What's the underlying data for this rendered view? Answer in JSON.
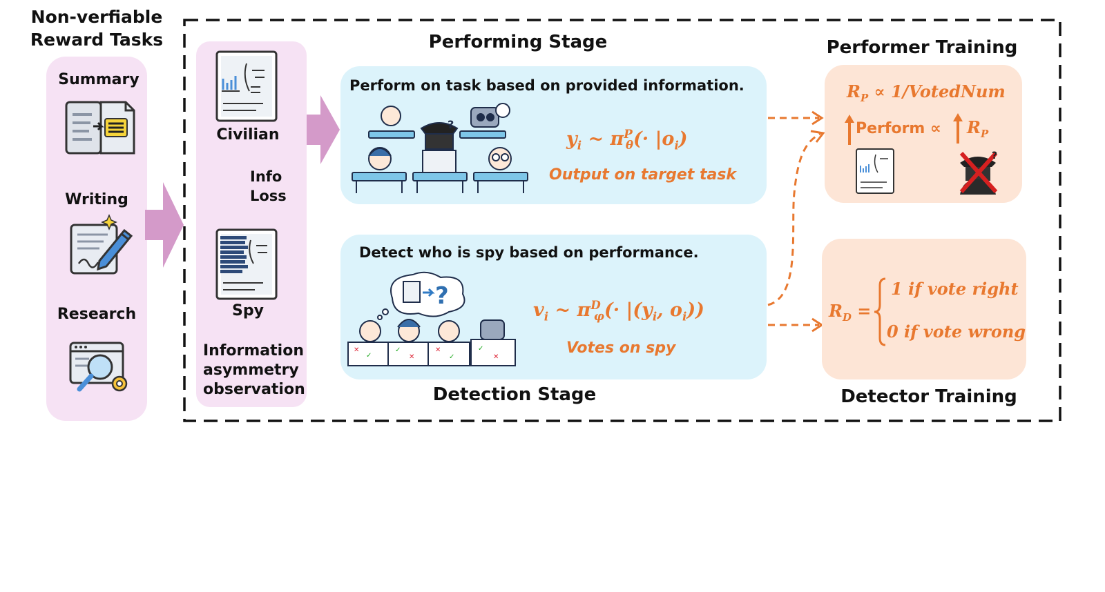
{
  "left": {
    "title_line1": "Non-verfiable",
    "title_line2": "Reward Tasks",
    "tasks": [
      {
        "label": "Summary",
        "icon": "summary-icon"
      },
      {
        "label": "Writing",
        "icon": "writing-icon"
      },
      {
        "label": "Research",
        "icon": "research-icon"
      }
    ]
  },
  "observation": {
    "civilian_label": "Civilian",
    "info_loss_line1": "Info",
    "info_loss_line2": "Loss",
    "spy_label": "Spy",
    "caption_line1": "Information",
    "caption_line2": "asymmetry",
    "caption_line3": "observation"
  },
  "performing": {
    "stage_title": "Performing Stage",
    "box_text": "Perform on task based on provided information.",
    "formula_lhs": "y",
    "formula_sub_i": "i",
    "formula_pi": "π",
    "formula_sup": "P",
    "formula_sub": "θ",
    "formula_args": "(· |o",
    "formula_close": ")",
    "caption": "Output on target task"
  },
  "detection": {
    "stage_title": "Detection Stage",
    "box_text": "Detect who is spy based on performance.",
    "formula_lhs": "v",
    "formula_sub_i": "i",
    "formula_pi": "π",
    "formula_sup": "D",
    "formula_sub": "φ",
    "formula_args": "(· |(y",
    "formula_mid": ", o",
    "formula_close": "))",
    "caption": "Votes on spy"
  },
  "performer_training": {
    "title": "Performer Training",
    "reward_line": "∝ 1/VotedNum",
    "reward_symbol": "R",
    "reward_sub": "P",
    "perform_text": "Perform ∝",
    "perform_reward": "R",
    "perform_reward_sub": "P"
  },
  "detector_training": {
    "title": "Detector Training",
    "reward_symbol": "R",
    "reward_sub": "D",
    "case1": "1 if vote right",
    "case2": "0 if vote wrong"
  },
  "colors": {
    "pink_panel": "#f6e2f4",
    "blue_panel": "#dcf3fb",
    "peach_panel": "#fde5d6",
    "accent_orange": "#e8782f",
    "arrow_purple": "#d49ac9"
  }
}
